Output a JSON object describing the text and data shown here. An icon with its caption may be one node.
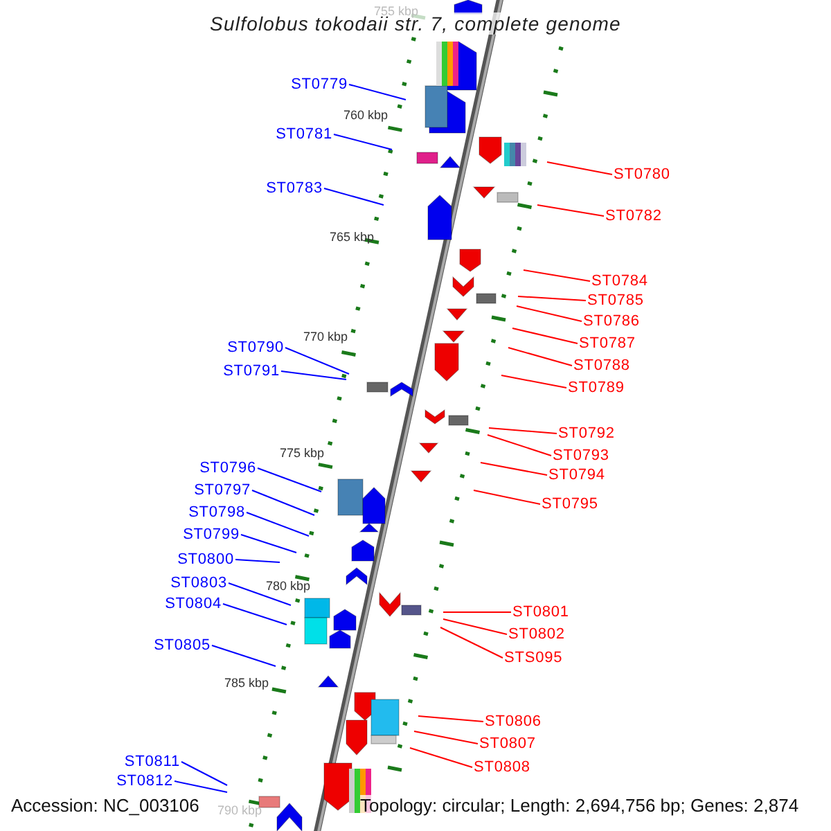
{
  "diagram": {
    "title": "Sulfolobus tokodaii str. 7, complete genome",
    "nodes": [
      {
        "text": [
          "ST0779"
        ]
      },
      {
        "text": [
          "ST0781"
        ]
      },
      {
        "text": [
          "ST0783"
        ]
      },
      {
        "text": [
          "ST0790"
        ]
      },
      {
        "text": [
          "ST0791"
        ]
      },
      {
        "text": [
          "ST0796"
        ]
      },
      {
        "text": [
          "ST0797"
        ]
      },
      {
        "text": [
          "ST0798"
        ]
      },
      {
        "text": [
          "ST0799"
        ]
      },
      {
        "text": [
          "ST0800"
        ]
      },
      {
        "text": [
          "ST0803"
        ]
      },
      {
        "text": [
          "ST0804"
        ]
      },
      {
        "text": [
          "ST0805"
        ]
      },
      {
        "text": [
          "ST0811"
        ]
      },
      {
        "text": [
          "ST0812"
        ]
      },
      {
        "text": [
          "ST0780"
        ]
      },
      {
        "text": [
          "ST0782"
        ]
      },
      {
        "text": [
          "ST0784"
        ]
      },
      {
        "text": [
          "ST0785"
        ]
      },
      {
        "text": [
          "ST0786"
        ]
      },
      {
        "text": [
          "ST0787"
        ]
      },
      {
        "text": [
          "ST0788"
        ]
      },
      {
        "text": [
          "ST0789"
        ]
      },
      {
        "text": [
          "ST0792"
        ]
      },
      {
        "text": [
          "ST0793"
        ]
      },
      {
        "text": [
          "ST0794"
        ]
      },
      {
        "text": [
          "ST0795"
        ]
      },
      {
        "text": [
          "ST0801"
        ]
      },
      {
        "text": [
          "ST0802"
        ]
      },
      {
        "text": [
          "STS095"
        ]
      },
      {
        "text": [
          "ST0806"
        ]
      },
      {
        "text": [
          "ST0807"
        ]
      },
      {
        "text": [
          "ST0808"
        ]
      }
    ],
    "edges": [
      {
        "from": 0,
        "to": null,
        "arrow": "none",
        "color": "#0000ff"
      },
      {
        "from": 1,
        "to": null,
        "arrow": "none",
        "color": "#0000ff"
      },
      {
        "from": 2,
        "to": null,
        "arrow": "none",
        "color": "#0000ff"
      },
      {
        "from": 3,
        "to": null,
        "arrow": "none",
        "color": "#0000ff"
      },
      {
        "from": 4,
        "to": null,
        "arrow": "none",
        "color": "#0000ff"
      },
      {
        "from": 5,
        "to": null,
        "arrow": "none",
        "color": "#0000ff"
      },
      {
        "from": 6,
        "to": null,
        "arrow": "none",
        "color": "#0000ff"
      },
      {
        "from": 7,
        "to": null,
        "arrow": "none",
        "color": "#0000ff"
      },
      {
        "from": 8,
        "to": null,
        "arrow": "none",
        "color": "#0000ff"
      },
      {
        "from": 9,
        "to": null,
        "arrow": "none",
        "color": "#0000ff"
      },
      {
        "from": 10,
        "to": null,
        "arrow": "none",
        "color": "#0000ff"
      },
      {
        "from": 11,
        "to": null,
        "arrow": "none",
        "color": "#0000ff"
      },
      {
        "from": 12,
        "to": null,
        "arrow": "none",
        "color": "#0000ff"
      },
      {
        "from": 13,
        "to": null,
        "arrow": "none",
        "color": "#0000ff"
      },
      {
        "from": 14,
        "to": null,
        "arrow": "none",
        "color": "#0000ff"
      },
      {
        "from": 15,
        "to": null,
        "arrow": "none",
        "color": "#ff0000"
      },
      {
        "from": 16,
        "to": null,
        "arrow": "none",
        "color": "#ff0000"
      },
      {
        "from": 17,
        "to": null,
        "arrow": "none",
        "color": "#ff0000"
      },
      {
        "from": 18,
        "to": null,
        "arrow": "none",
        "color": "#ff0000"
      },
      {
        "from": 19,
        "to": null,
        "arrow": "none",
        "color": "#ff0000"
      },
      {
        "from": 20,
        "to": null,
        "arrow": "none",
        "color": "#ff0000"
      },
      {
        "from": 21,
        "to": null,
        "arrow": "none",
        "color": "#ff0000"
      },
      {
        "from": 22,
        "to": null,
        "arrow": "none",
        "color": "#ff0000"
      },
      {
        "from": 23,
        "to": null,
        "arrow": "none",
        "color": "#ff0000"
      },
      {
        "from": 24,
        "to": null,
        "arrow": "none",
        "color": "#ff0000"
      },
      {
        "from": 25,
        "to": null,
        "arrow": "none",
        "color": "#ff0000"
      },
      {
        "from": 26,
        "to": null,
        "arrow": "none",
        "color": "#ff0000"
      },
      {
        "from": 27,
        "to": null,
        "arrow": "none",
        "color": "#ff0000"
      },
      {
        "from": 28,
        "to": null,
        "arrow": "none",
        "color": "#ff0000"
      },
      {
        "from": 29,
        "to": null,
        "arrow": "none",
        "color": "#ff0000"
      },
      {
        "from": 30,
        "to": null,
        "arrow": "none",
        "color": "#ff0000"
      },
      {
        "from": 31,
        "to": null,
        "arrow": "none",
        "color": "#ff0000"
      },
      {
        "from": 32,
        "to": null,
        "arrow": "none",
        "color": "#ff0000"
      }
    ],
    "labels": [
      "755 kbp",
      "760 kbp",
      "765 kbp",
      "770 kbp",
      "775 kbp",
      "780 kbp",
      "785 kbp",
      "790 kbp",
      "Accession: NC_003106",
      "Topology: circular; Length: 2,694,756 bp; Genes: 2,874"
    ]
  }
}
